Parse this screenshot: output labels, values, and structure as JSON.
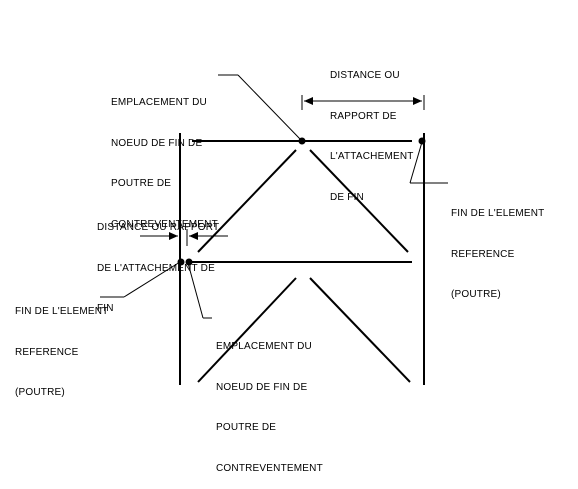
{
  "labels": {
    "top_right_distance": [
      "DISTANCE OU",
      "RAPPORT DE",
      "L'ATTACHEMENT",
      "DE FIN"
    ],
    "top_left_location": [
      "EMPLACEMENT DU",
      "NOEUD DE FIN DE",
      "POUTRE DE",
      "CONTREVENTEMENT"
    ],
    "right_reference_end": [
      "FIN DE L'ELEMENT",
      "REFERENCE",
      "(POUTRE)"
    ],
    "mid_left_distance": [
      "DISTANCE OU RAPPORT",
      "DE L'ATTACHEMENT DE",
      "FIN"
    ],
    "bottom_left_reference_end": [
      "FIN DE L'ELEMENT",
      "REFERENCE",
      "(POUTRE)"
    ],
    "bottom_location": [
      "EMPLACEMENT DU",
      "NOEUD DE FIN DE",
      "POUTRE DE",
      "CONTREVENTEMENT"
    ]
  },
  "colors": {
    "line": "#000000",
    "background": "#ffffff"
  }
}
